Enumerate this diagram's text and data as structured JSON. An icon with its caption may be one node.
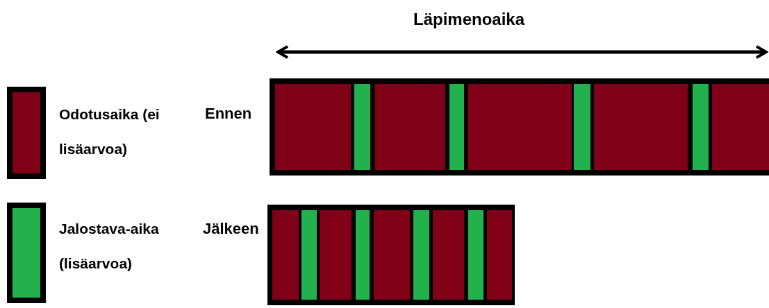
{
  "diagram": {
    "labels": [
      "Läpimenoaika",
      "Ennen",
      "Jälkeen"
    ],
    "legend": [
      {
        "text": "Odotusaika (ei lisäarvoa)",
        "color": "#800018"
      },
      {
        "text": "Jalostava-aika (lisäarvoa)",
        "color": "#22b14c"
      }
    ]
  }
}
